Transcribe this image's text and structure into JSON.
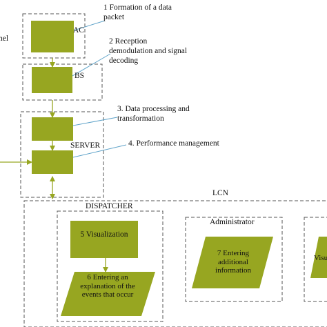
{
  "labels": {
    "left_cut": "nel",
    "ac": "AC",
    "bs": "BS",
    "server": "SERVER",
    "lcn": "LCN",
    "dispatcher": "DISPATCHER",
    "administrator": "Administrator",
    "right_cut": "Visu"
  },
  "steps": {
    "s1": "1 Formation of a data packet",
    "s2": "2 Reception demodulation and signal decoding",
    "s3": "3. Data processing and transformation",
    "s4": "4. Performance management",
    "s5": "5 Visualization",
    "s6": "6 Entering an explanation of the events that occur",
    "s7": "7 Entering additional information"
  },
  "colors": {
    "box_fill": "#97a621",
    "callout_line": "#5fa3c9",
    "arrow": "#97a621",
    "dash": "#555555"
  }
}
